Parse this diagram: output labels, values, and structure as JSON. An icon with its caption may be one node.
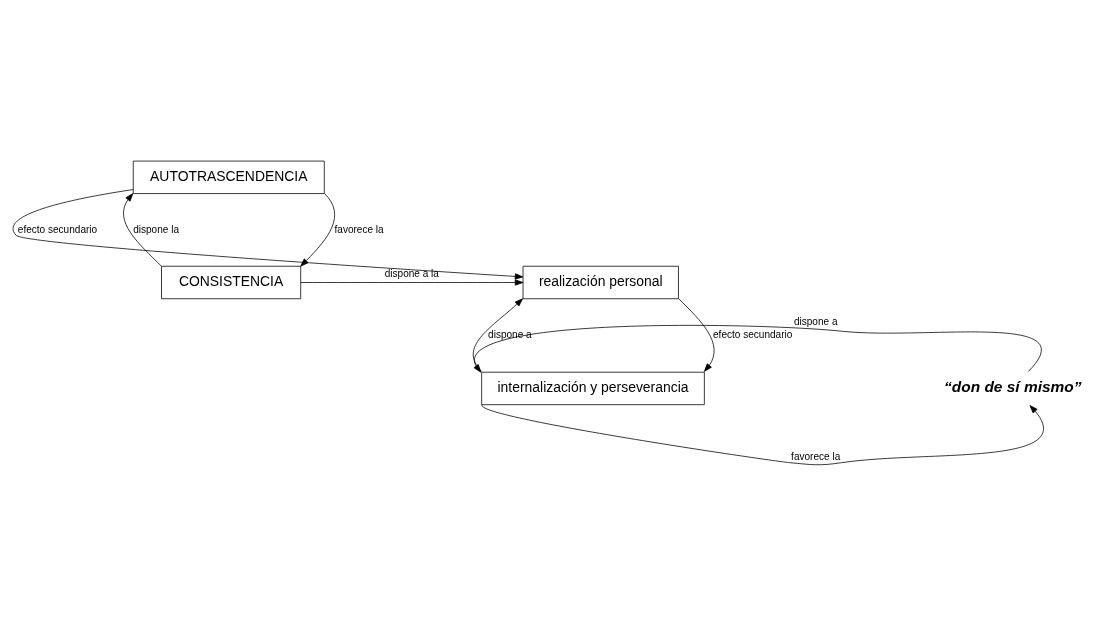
{
  "diagram": {
    "nodes": [
      {
        "text": [
          "AUTOTRASCENDENCIA"
        ]
      },
      {
        "text": [
          "CONSISTENCIA"
        ]
      },
      {
        "text": [
          "“don de sí mismo”"
        ]
      },
      {
        "text": [
          "realización personal"
        ]
      },
      {
        "text": [
          "internalización y perseverancia"
        ]
      }
    ],
    "edges": [
      {
        "from": 0,
        "to": 3,
        "arrow": "to",
        "label": "efecto secundario"
      },
      {
        "from": 1,
        "to": 0,
        "arrow": "to",
        "label": "dispone la"
      },
      {
        "from": 0,
        "to": 1,
        "arrow": "to",
        "label": "favorece la"
      },
      {
        "from": 1,
        "to": 3,
        "arrow": "to",
        "label": "dispone a la"
      },
      {
        "from": 4,
        "to": 3,
        "arrow": "to",
        "label": "dispone a"
      },
      {
        "from": 3,
        "to": 4,
        "arrow": "to",
        "label": "efecto secundario"
      },
      {
        "from": 2,
        "to": 4,
        "arrow": "to",
        "label": "dispone a"
      },
      {
        "from": 4,
        "to": 2,
        "arrow": "to",
        "label": "favorece la"
      }
    ]
  }
}
